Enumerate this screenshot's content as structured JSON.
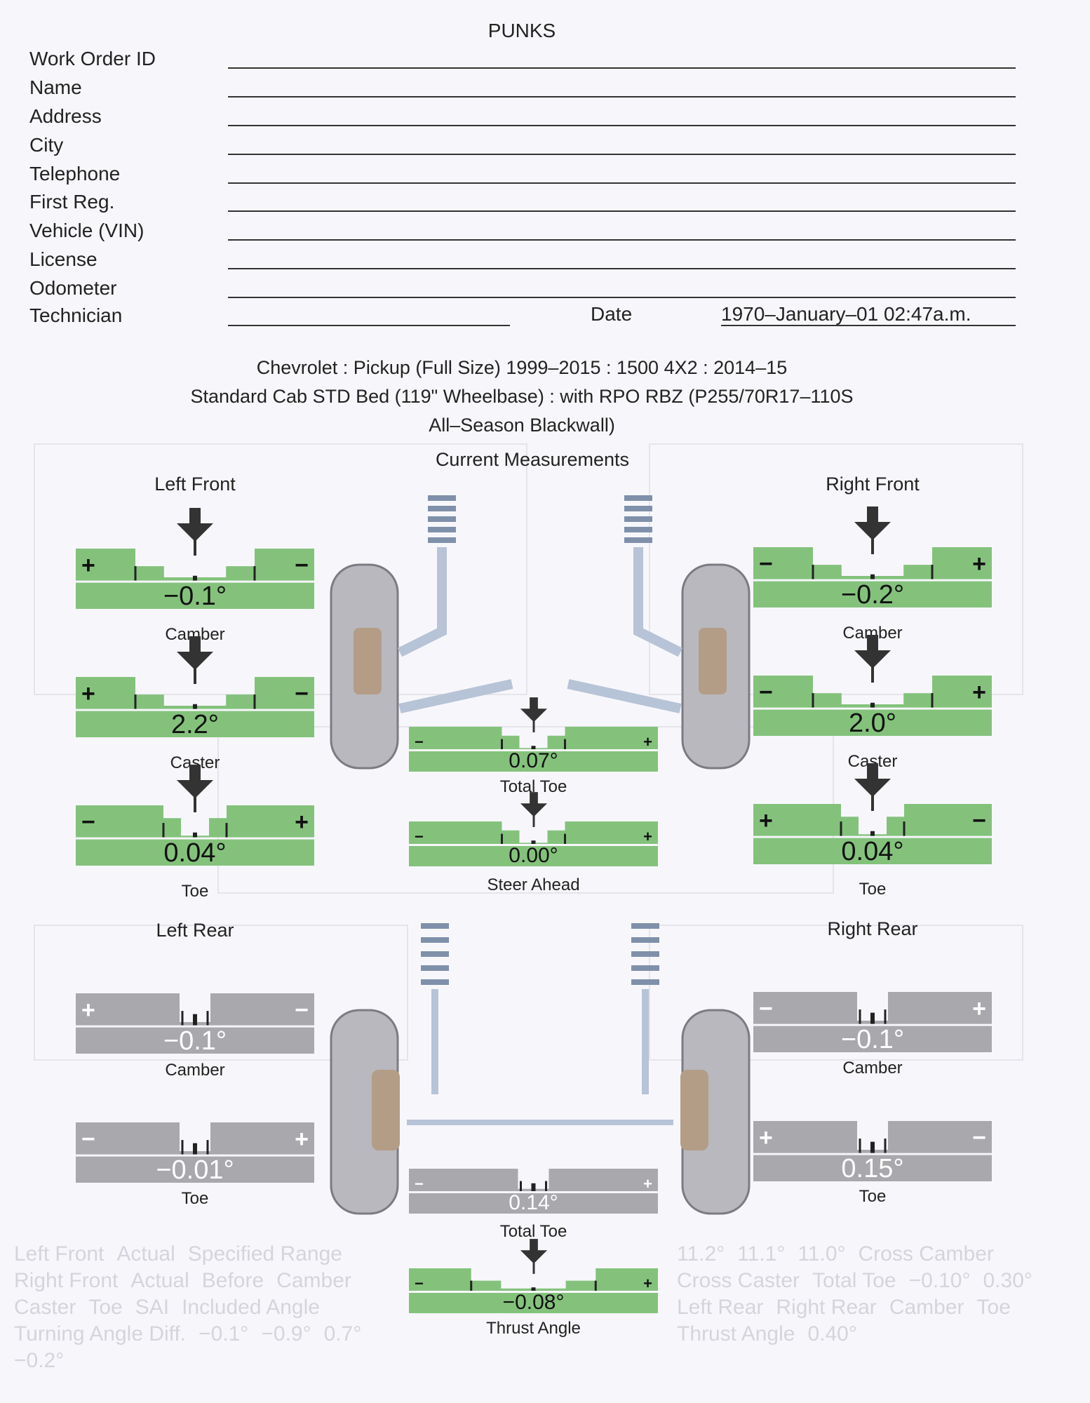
{
  "header": {
    "title": "PUNKS"
  },
  "form": {
    "fields": [
      "Work Order ID",
      "Name",
      "Address",
      "City",
      "Telephone",
      "First Reg.",
      "Vehicle (VIN)",
      "License",
      "Odometer",
      "Technician"
    ],
    "date_label": "Date",
    "date_value": "1970–January–01 02:47a.m."
  },
  "vehicle": {
    "line1": "Chevrolet : Pickup (Full Size) 1999–2015 : 1500 4X2 : 2014–15",
    "line2": "Standard Cab STD Bed (119\" Wheelbase) : with RPO RBZ (P255/70R17–110S",
    "line3": "All–Season Blackwall)"
  },
  "sections": {
    "current": "Current Measurements",
    "left_front": "Left Front",
    "right_front": "Right Front",
    "left_rear": "Left Rear",
    "right_rear": "Right Rear"
  },
  "colors": {
    "green": "#84c27c",
    "grey": "#a8a8ad",
    "ink": "#222222"
  },
  "gauges": [
    {
      "id": "lf-camber",
      "label": "Camber",
      "value": "−0.1°",
      "left": "+",
      "right": "−",
      "theme": "green",
      "style": "wide",
      "arrow": true
    },
    {
      "id": "lf-caster",
      "label": "Caster",
      "value": "2.2°",
      "left": "+",
      "right": "−",
      "theme": "green",
      "style": "wide",
      "arrow": true
    },
    {
      "id": "lf-toe",
      "label": "Toe",
      "value": "0.04°",
      "left": "−",
      "right": "+",
      "theme": "green",
      "style": "narrow",
      "arrow": true
    },
    {
      "id": "rf-camber",
      "label": "Camber",
      "value": "−0.2°",
      "left": "−",
      "right": "+",
      "theme": "green",
      "style": "wide",
      "arrow": true
    },
    {
      "id": "rf-caster",
      "label": "Caster",
      "value": "2.0°",
      "left": "−",
      "right": "+",
      "theme": "green",
      "style": "wide",
      "arrow": true
    },
    {
      "id": "rf-toe",
      "label": "Toe",
      "value": "0.04°",
      "left": "+",
      "right": "−",
      "theme": "green",
      "style": "narrow",
      "arrow": true
    },
    {
      "id": "f-total-toe",
      "label": "Total Toe",
      "value": "0.07°",
      "left": "−",
      "right": "+",
      "theme": "green",
      "style": "narrow",
      "arrow": true
    },
    {
      "id": "steer-ahead",
      "label": "Steer Ahead",
      "value": "0.00°",
      "left": "−",
      "right": "+",
      "theme": "green",
      "style": "narrow",
      "arrow": true
    },
    {
      "id": "lr-camber",
      "label": "Camber",
      "value": "−0.1°",
      "left": "+",
      "right": "−",
      "theme": "grey",
      "style": "slot",
      "arrow": false
    },
    {
      "id": "lr-toe",
      "label": "Toe",
      "value": "−0.01°",
      "left": "−",
      "right": "+",
      "theme": "grey",
      "style": "slot",
      "arrow": false
    },
    {
      "id": "rr-camber",
      "label": "Camber",
      "value": "−0.1°",
      "left": "−",
      "right": "+",
      "theme": "grey",
      "style": "slot",
      "arrow": false
    },
    {
      "id": "rr-toe",
      "label": "Toe",
      "value": "0.15°",
      "left": "+",
      "right": "−",
      "theme": "grey",
      "style": "slot",
      "arrow": false
    },
    {
      "id": "r-total-toe",
      "label": "Total Toe",
      "value": "0.14°",
      "left": "−",
      "right": "+",
      "theme": "grey",
      "style": "slot",
      "arrow": false
    },
    {
      "id": "thrust",
      "label": "Thrust Angle",
      "value": "−0.08°",
      "left": "−",
      "right": "+",
      "theme": "green",
      "style": "wide",
      "arrow": true
    }
  ],
  "ghost": {
    "left_front": "Left Front",
    "right_front": "Right Front",
    "left_rear": "Left Rear",
    "right_rear": "Right Rear",
    "actual": "Actual",
    "before": "Before",
    "specified": "Specified Range",
    "camber": "Camber",
    "caster": "Caster",
    "toe": "Toe",
    "sai": "SAI",
    "included": "Included Angle",
    "turning": "Turning Angle Diff.",
    "cross_camber": "Cross Camber",
    "cross_caster": "Cross Caster",
    "total_toe": "Total Toe",
    "thrust": "Thrust Angle",
    "v1": "−0.1°",
    "v2": "−0.9°",
    "v3": "0.7°",
    "v4": "−0.2°",
    "v5": "11.2°",
    "v6": "11.1°",
    "v7": "11.0°",
    "v8": "0.40°",
    "v9": "−0.10°",
    "v10": "0.30°"
  }
}
